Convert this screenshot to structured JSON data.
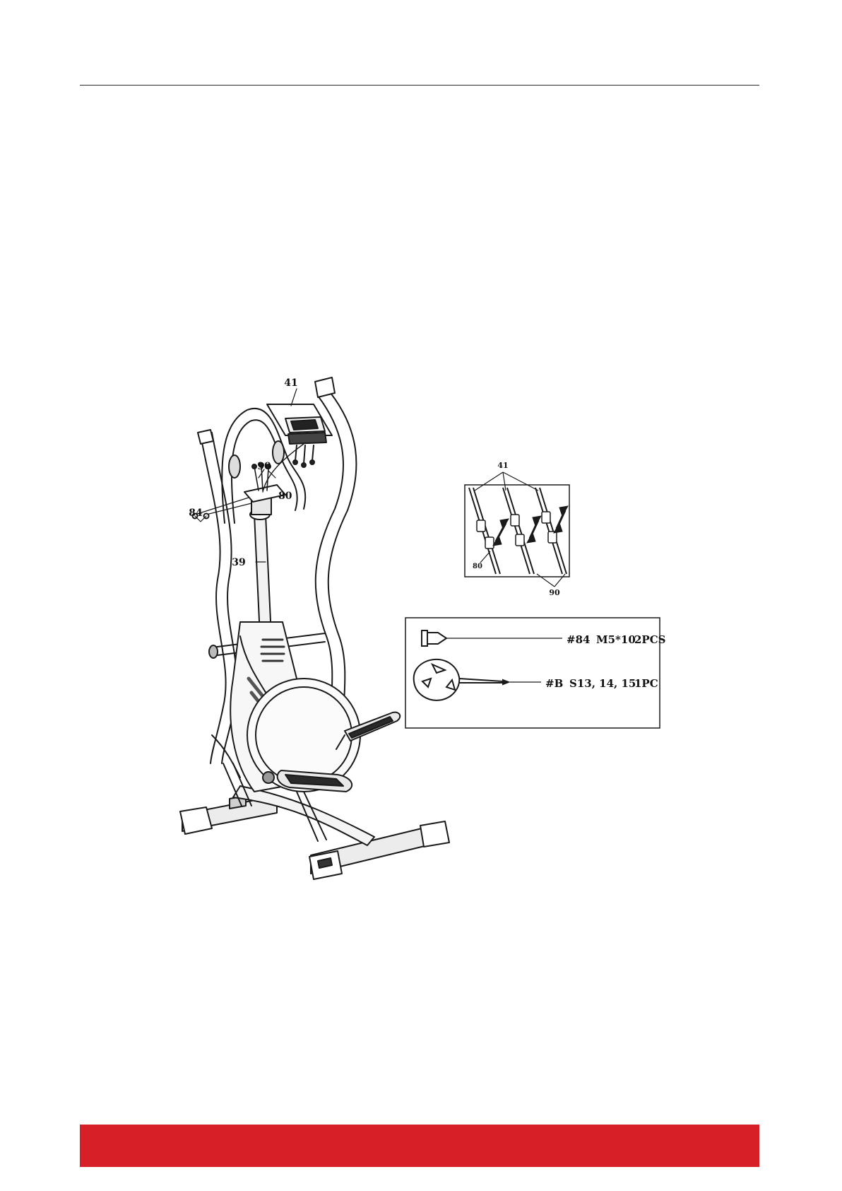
{
  "colors": {
    "footer_band": "#d71f27",
    "line": "#1a1a1a"
  },
  "callouts": {
    "console": "41",
    "cable_connectors": "90",
    "cable_main": "80",
    "bolts": "84",
    "mast": "39"
  },
  "detail_inset": {
    "top_label": "41",
    "left_label": "80",
    "bottom_label": "90"
  },
  "hardware": [
    {
      "code": "#84",
      "spec": "M5*10",
      "qty": "2PCS"
    },
    {
      "code": "#B",
      "spec": "S13, 14, 15",
      "qty": "1PC"
    }
  ]
}
